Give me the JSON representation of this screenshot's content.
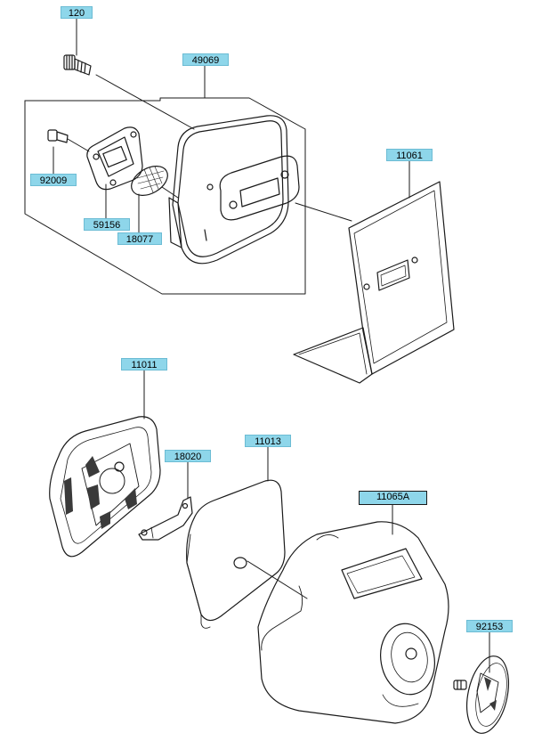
{
  "part_labels": [
    {
      "id": "p120",
      "number": "120"
    },
    {
      "id": "p49069",
      "number": "49069"
    },
    {
      "id": "p92009",
      "number": "92009"
    },
    {
      "id": "p59156",
      "number": "59156"
    },
    {
      "id": "p18077",
      "number": "18077"
    },
    {
      "id": "p11061",
      "number": "11061"
    },
    {
      "id": "p11011",
      "number": "11011"
    },
    {
      "id": "p18020",
      "number": "18020"
    },
    {
      "id": "p11013",
      "number": "11013"
    },
    {
      "id": "p11065A",
      "number": "11065A"
    },
    {
      "id": "p92153",
      "number": "92153"
    }
  ],
  "colors": {
    "label_fill": "#8ed6ea",
    "label_border": "#6cbcd4",
    "line": "#1a1a1a",
    "shade": "#3a3a3a"
  }
}
